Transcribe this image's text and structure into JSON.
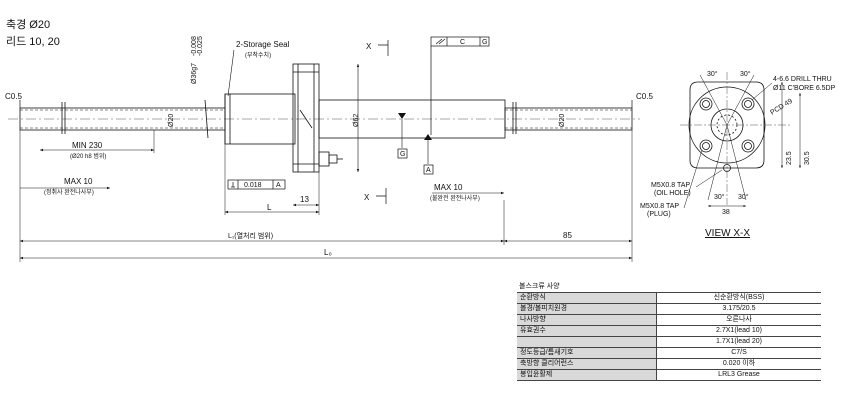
{
  "header": {
    "shaft_label": "축경 Ø20",
    "lead_label": "리드 10, 20"
  },
  "drawing": {
    "chamfer_left": "C0.5",
    "chamfer_right": "C0.5",
    "storage_seal": "2-Storage Seal",
    "storage_seal_sub": "(부착수치)",
    "tol_upper": "-0.008",
    "tol_lower": "-0.025",
    "dia_36": "Ø36g7",
    "dia_20_left": "Ø20",
    "dia_62": "Ø62",
    "dia_20_right": "Ø20",
    "min_230": "MIN 230",
    "min_230_sub": "(Ø20 h8 범위)",
    "max_10_left": "MAX 10",
    "max_10_left_sub": "(정취사 완전나사부)",
    "max_10_right": "MAX 10",
    "max_10_right_sub": "(불완전 완전나사부)",
    "runout_tol": "0.018",
    "runout_ref": "A",
    "dim_13": "13",
    "dim_L": "L",
    "dim_L1": "L₁(열처리 범위)",
    "dim_L0": "L₀",
    "dim_85": "85",
    "datum_A": "A",
    "datum_G": "G",
    "geo_C": "C",
    "geo_G": "G",
    "sec_X_top": "X",
    "sec_X_bottom": "X"
  },
  "view_xx": {
    "title": "VIEW X-X",
    "angle_tl": "30°",
    "angle_tr": "30°",
    "angle_bl": "30°",
    "angle_br": "30°",
    "drill_note_1": "4-6.6 DRILL THRU",
    "drill_note_2": "Ø11 C'BORE 6.5DP",
    "pcd": "PCD 49",
    "dim_23_5": "23.5",
    "dim_30_5": "30.5",
    "dim_38": "38",
    "tap_oil_1": "M5X0.8 TAP",
    "tap_oil_2": "(OIL HOLE)",
    "tap_plug_1": "M5X0.8 TAP",
    "tap_plug_2": "(PLUG)"
  },
  "spec_table": {
    "caption": "볼스크류 사양",
    "rows": [
      {
        "k": "순환방식",
        "v": "신순환방식(BSS)"
      },
      {
        "k": "볼경/볼피치원경",
        "v": "3.175/20.5"
      },
      {
        "k": "나사방향",
        "v": "오른나사"
      },
      {
        "k": "유효권수",
        "v": "2.7X1(lead 10)"
      },
      {
        "k": "",
        "v": "1.7X1(lead 20)"
      },
      {
        "k": "정도등급/틈새기호",
        "v": "C7/S"
      },
      {
        "k": "축방향 클리어런스",
        "v": "0.020 이하"
      },
      {
        "k": "봉입윤활제",
        "v": "LRL3 Grease"
      }
    ]
  }
}
